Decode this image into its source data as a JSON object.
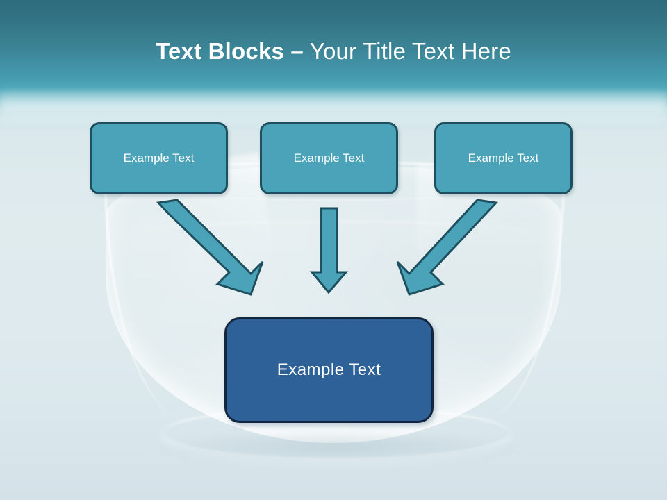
{
  "slide": {
    "title": {
      "bold_part": "Text Blocks –",
      "light_part": " Your Title Text Here",
      "full": "Text Blocks – Your Title Text Here"
    },
    "top_boxes": [
      {
        "label": "Example Text"
      },
      {
        "label": "Example Text"
      },
      {
        "label": "Example Text"
      }
    ],
    "bottom_box": {
      "label": "Example Text"
    },
    "arrows": [
      {
        "name": "arrow-down-right",
        "direction": "down-right"
      },
      {
        "name": "arrow-down",
        "direction": "down"
      },
      {
        "name": "arrow-down-left",
        "direction": "down-left"
      }
    ],
    "colors": {
      "header_gradient_top": "#2d6c7d",
      "header_gradient_bottom": "#4aa5b7",
      "body_background": "#dfeaef",
      "top_box_fill": "#4aa3b8",
      "top_box_border": "#1e4f5e",
      "bottom_box_fill": "#2f6199",
      "bottom_box_border": "#14263e",
      "arrow_fill": "#4aa3b8",
      "arrow_border": "#1e4f5e",
      "title_text": "#ffffff",
      "box_text": "#ffffff"
    }
  }
}
